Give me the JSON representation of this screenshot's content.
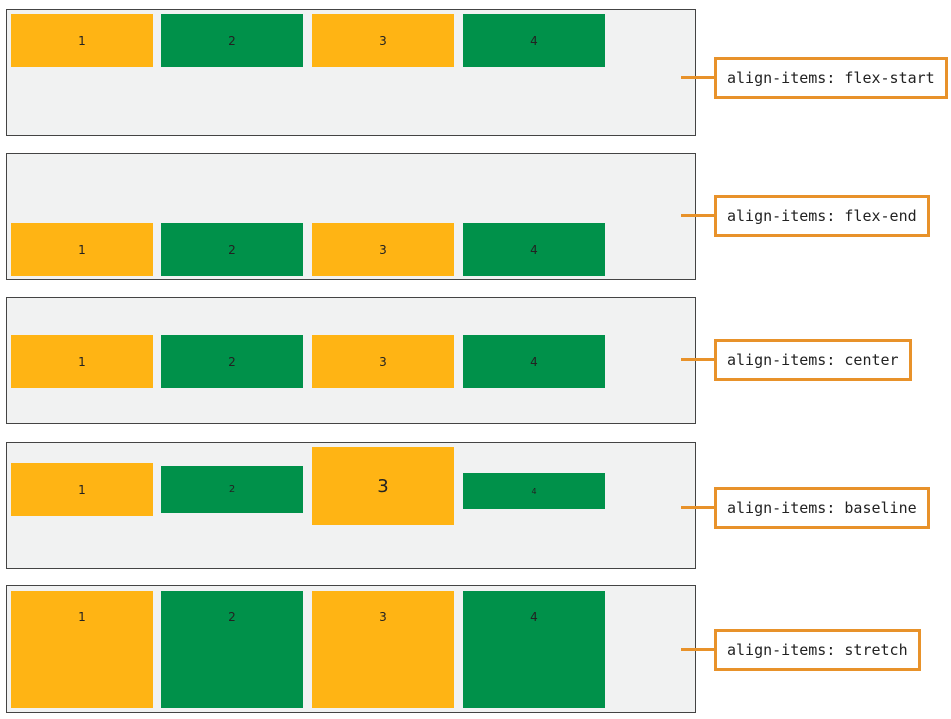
{
  "colors": {
    "container_bg": "#f1f2f2",
    "yellow": "#ffb414",
    "green": "#00914a",
    "accent": "#e8922a"
  },
  "examples": [
    {
      "label": "align-items: flex-start",
      "items": [
        "1",
        "2",
        "3",
        "4"
      ]
    },
    {
      "label": "align-items: flex-end",
      "items": [
        "1",
        "2",
        "3",
        "4"
      ]
    },
    {
      "label": "align-items: center",
      "items": [
        "1",
        "2",
        "3",
        "4"
      ]
    },
    {
      "label": "align-items: baseline",
      "items": [
        "1",
        "2",
        "3",
        "4"
      ]
    },
    {
      "label": "align-items: stretch",
      "items": [
        "1",
        "2",
        "3",
        "4"
      ]
    }
  ]
}
